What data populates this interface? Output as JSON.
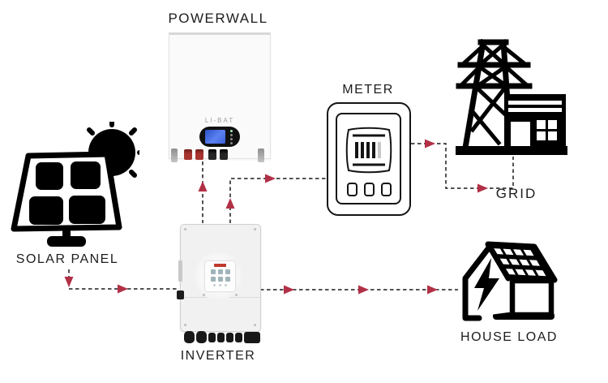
{
  "colors": {
    "arrow": "#b23046",
    "line": "#1a1a1a",
    "icon_black": "#000000",
    "device_white": "#fafafa",
    "screen_blue": "#3a5fd8"
  },
  "nodes": {
    "solar_panel": {
      "label": "SOLAR PANEL",
      "icon": "solar-panel-icon"
    },
    "powerwall": {
      "label": "POWERWALL",
      "device_text": "LI-BAT"
    },
    "inverter": {
      "label": "INVERTER"
    },
    "meter": {
      "label": "METER"
    },
    "grid": {
      "label": "GRID",
      "icon": "transmission-tower-building-icon"
    },
    "house_load": {
      "label": "HOUSE LOAD",
      "icon": "house-lightning-icon"
    }
  },
  "connections": [
    {
      "from": "solar_panel",
      "to": "inverter"
    },
    {
      "from": "inverter",
      "to": "powerwall"
    },
    {
      "from": "inverter",
      "to": "meter"
    },
    {
      "from": "meter",
      "to": "grid"
    },
    {
      "from": "inverter",
      "to": "house_load"
    }
  ]
}
